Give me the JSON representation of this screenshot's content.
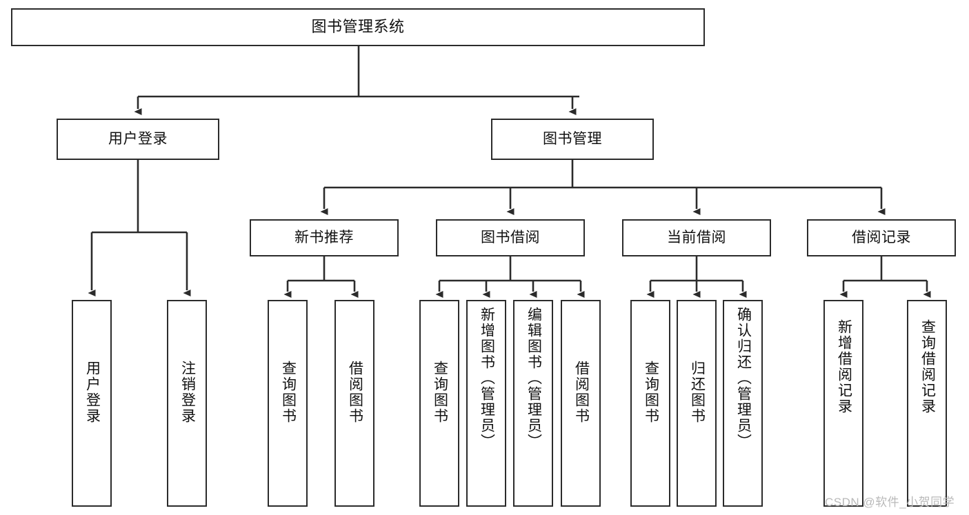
{
  "diagram": {
    "title": "图书管理系统",
    "type": "tree-hierarchy",
    "style": {
      "box_border": "#2b2b2b",
      "box_fill": "#ffffff",
      "edge_color": "#2b2b2b",
      "text_color": "#111111",
      "background": "#ffffff",
      "watermark_color": "#b9b9b9"
    },
    "levels": {
      "root": "图书管理系统",
      "level2": [
        "用户登录",
        "图书管理"
      ],
      "level3": [
        "新书推荐",
        "图书借阅",
        "当前借阅",
        "借阅记录"
      ]
    },
    "nodes": {
      "root": {
        "label": "图书管理系统"
      },
      "user_login": {
        "label": "用户登录"
      },
      "book_manage": {
        "label": "图书管理"
      },
      "new_book_rec": {
        "label": "新书推荐"
      },
      "book_borrow": {
        "label": "图书借阅"
      },
      "current_borrow": {
        "label": "当前借阅"
      },
      "borrow_record": {
        "label": "借阅记录"
      },
      "leaf_user_login": {
        "label": "用户登录"
      },
      "leaf_user_logout": {
        "label": "注销登录"
      },
      "leaf_rec_query": {
        "label": "查询图书"
      },
      "leaf_rec_borrow": {
        "label": "借阅图书"
      },
      "leaf_borrow_query": {
        "label": "查询图书"
      },
      "leaf_borrow_add": {
        "label": "新增图书（管理员）"
      },
      "leaf_borrow_edit": {
        "label": "编辑图书（管理员）"
      },
      "leaf_borrow_lend": {
        "label": "借阅图书"
      },
      "leaf_current_query": {
        "label": "查询图书"
      },
      "leaf_current_return": {
        "label": "归还图书"
      },
      "leaf_current_confirm": {
        "label": "确认归还（管理员）"
      },
      "leaf_record_add": {
        "label": "新增借阅记录"
      },
      "leaf_record_query": {
        "label": "查询借阅记录"
      }
    },
    "watermark": "CSDN @软件_小贺同学"
  }
}
